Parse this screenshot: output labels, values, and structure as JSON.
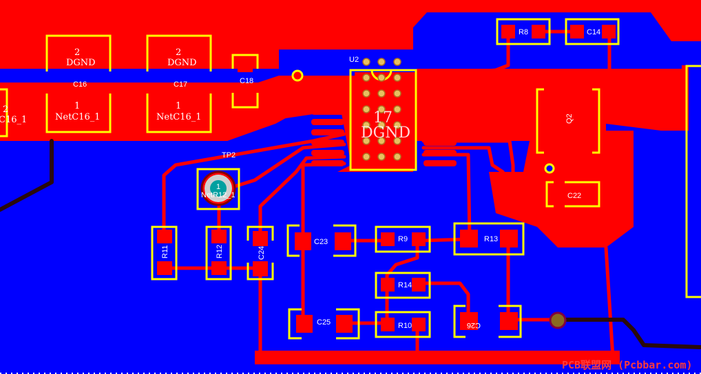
{
  "colors": {
    "top_copper": "#ff0000",
    "bottom_copper": "#0000ff",
    "silkscreen": "#ffff00",
    "pad": "#ff0000",
    "via_ring": "#ffff00",
    "text": "#ffffff",
    "dark_trace": "#2a0a0a",
    "testpoint": "#00a0a0"
  },
  "components": {
    "C16": "C16",
    "C17": "C17",
    "C18": "C18",
    "U2": "U2",
    "TP2": "TP2",
    "R8": "R8",
    "C14": "C14",
    "Q2": "Q2",
    "C22": "C22",
    "C23": "C23",
    "R9": "R9",
    "R13": "R13",
    "R11": "R11",
    "R12": "R12",
    "C24": "C24",
    "R14": "R14",
    "C25": "C25",
    "R10": "R10",
    "C26": "C26"
  },
  "net_labels": {
    "c16_pad2_num": "2",
    "c16_pad2_net": "DGND",
    "c16_pad1_num": "1",
    "c16_pad1_net": "NetC16_1",
    "c17_pad2_num": "2",
    "c17_pad2_net": "DGND",
    "c17_pad1_num": "1",
    "c17_pad1_net": "NetC16_1",
    "left_edge_num": "2",
    "left_edge_net": "C16_1",
    "u2_pad_num": "17",
    "u2_pad_net": "DGND",
    "tp2_pad_num": "1",
    "tp2_pad_net": "NetR12_1"
  },
  "watermark": "PCB联盟网 (Pcbbar.com)"
}
